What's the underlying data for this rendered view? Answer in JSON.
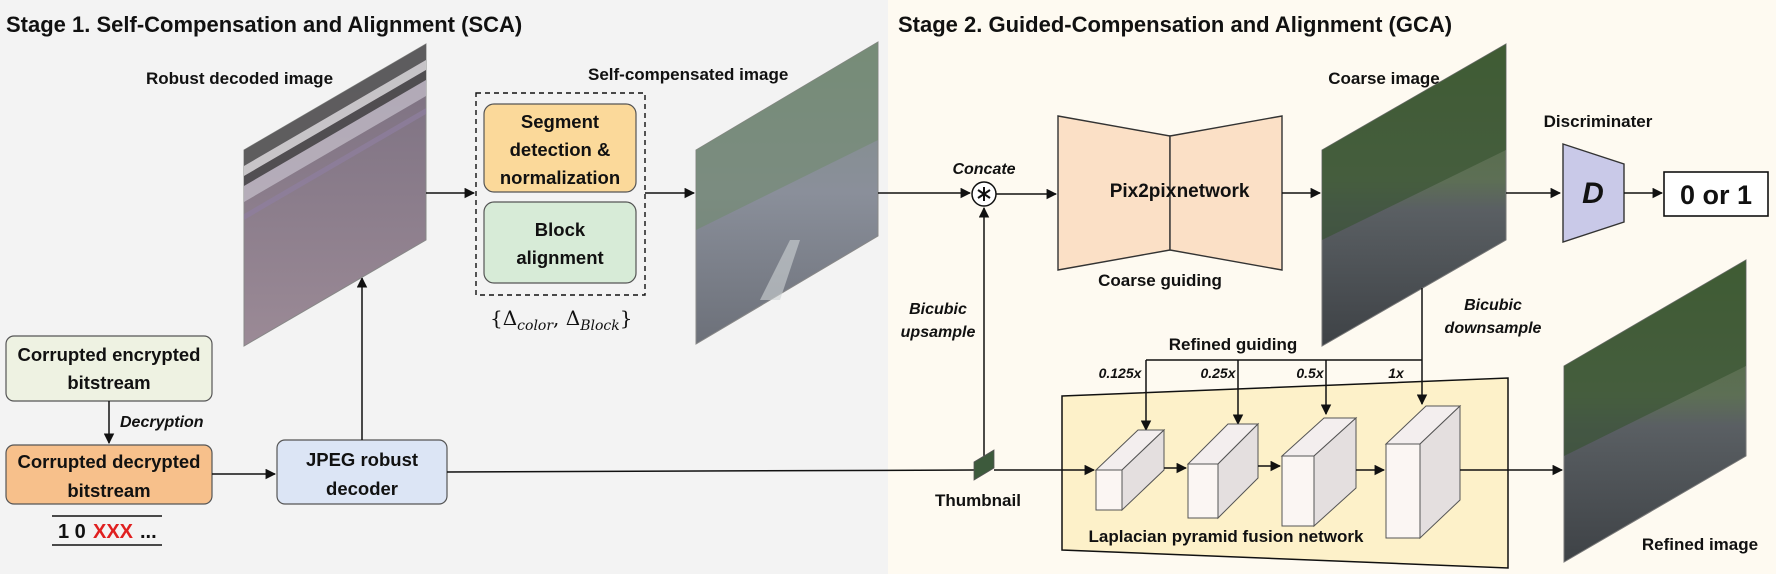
{
  "stage1": {
    "title": "Stage 1. Self-Compensation and Alignment (SCA)"
  },
  "stage2": {
    "title": "Stage 2. Guided-Compensation and Alignment (GCA)"
  },
  "labels": {
    "robust_decoded_image": "Robust decoded image",
    "self_compensated_image": "Self-compensated image",
    "coarse_image": "Coarse image",
    "discriminator": "Discriminater",
    "concate": "Concate",
    "coarse_guiding": "Coarse guiding",
    "refined_guiding": "Refined guiding",
    "bicubic_upsample_1": "Bicubic",
    "bicubic_upsample_2": "upsample",
    "bicubic_downsample_1": "Bicubic",
    "bicubic_downsample_2": "downsample",
    "thumbnail": "Thumbnail",
    "laplacian": "Laplacian pyramid fusion network",
    "refined_image": "Refined image",
    "decryption": "Decryption",
    "delta_open": "{Δ",
    "delta_color": "color",
    "delta_sep": ", Δ",
    "delta_block": "Block",
    "delta_close": "}",
    "bits_prefix": "1 0",
    "bits_crossed": "XXX",
    "bits_suffix": "..."
  },
  "boxes": {
    "corrupted_encrypted_1": "Corrupted encrypted",
    "corrupted_encrypted_2": "bitstream",
    "corrupted_decrypted_1": "Corrupted decrypted",
    "corrupted_decrypted_2": "bitstream",
    "jpeg_decoder_1": "JPEG robust",
    "jpeg_decoder_2": "decoder",
    "segment_1": "Segment",
    "segment_2": "detection &",
    "segment_3": "normalization",
    "block_1": "Block",
    "block_2": "alignment",
    "pix2pix_left": "Pix2pix",
    "pix2pix_right": "network",
    "discriminator_symbol": "D",
    "output": "0 or 1"
  },
  "scales": [
    "0.125x",
    "0.25x",
    "0.5x",
    "1x"
  ],
  "colors": {
    "stage1_bg": "#f3f3f3",
    "stage2_bg": "#fefaf1",
    "encrypted_box": "#eef2e2",
    "decrypted_box": "#f7c08b",
    "decoder_box": "#dce5f5",
    "segment_box": "#fbd99a",
    "block_box": "#d7ebd7",
    "pix2pix": "#fbe0c6",
    "laplacian_bg": "#fdf1c9",
    "discriminator": "#c9c9e8",
    "cross_mark": "#e02020"
  }
}
